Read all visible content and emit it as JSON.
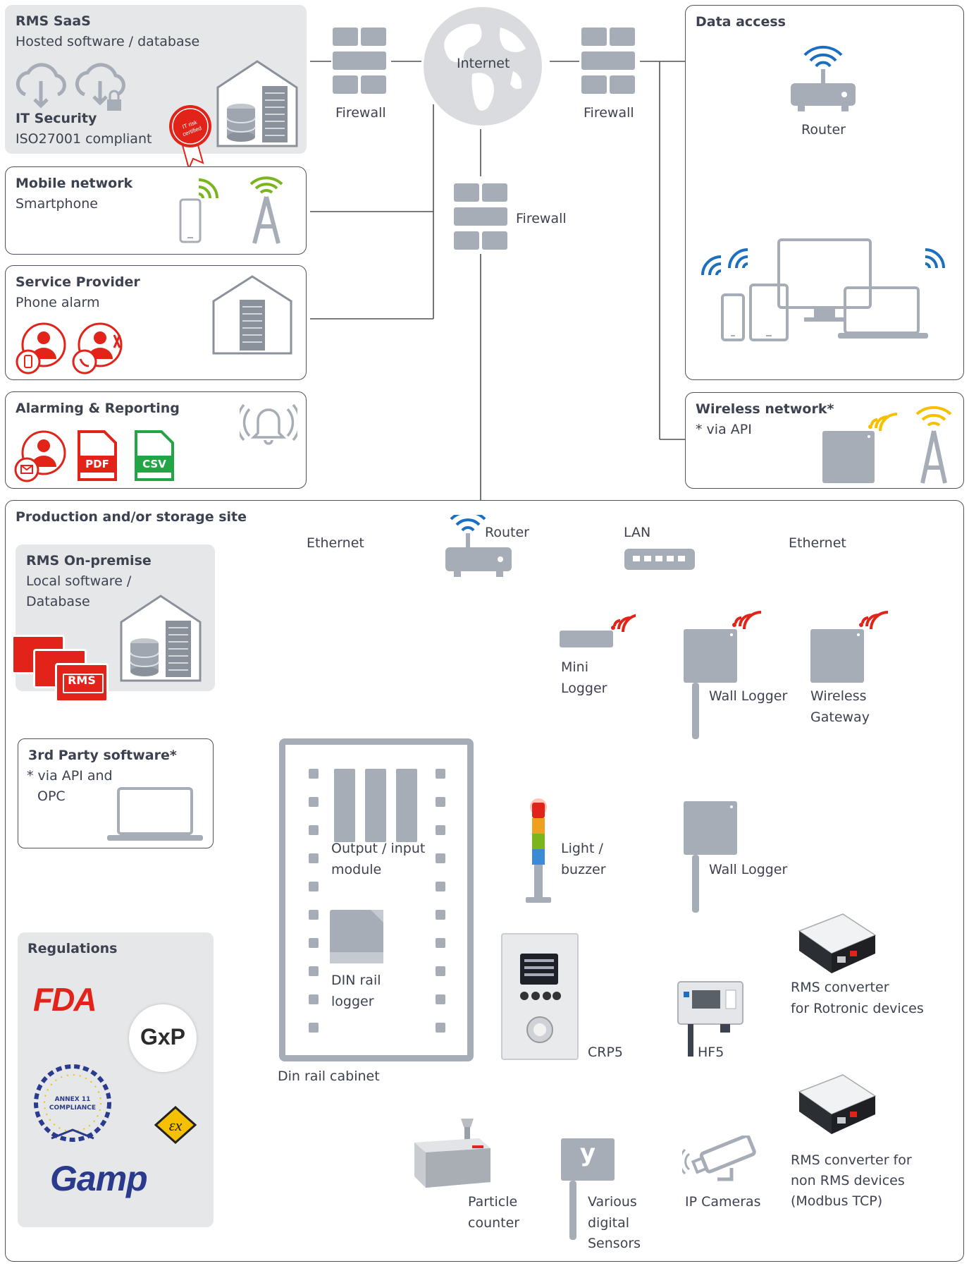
{
  "rms_saas": {
    "title": "RMS SaaS",
    "subtitle": "Hosted software / database",
    "security_title": "IT Security",
    "security_text": "ISO27001 compliant",
    "badge_text": "IT risk certified"
  },
  "mobile": {
    "title": "Mobile network",
    "subtitle": "Smartphone"
  },
  "service": {
    "title": "Service Provider",
    "subtitle": "Phone alarm"
  },
  "alarming": {
    "title": "Alarming & Reporting",
    "pdf": "PDF",
    "csv": "CSV"
  },
  "internet": {
    "label": "Internet"
  },
  "firewalls": [
    "Firewall",
    "Firewall",
    "Firewall"
  ],
  "data_access": {
    "title": "Data access",
    "router": "Router"
  },
  "wireless": {
    "title": "Wireless network*",
    "subtitle": "* via API"
  },
  "site": {
    "title": "Production and/or storage site",
    "ethernet_left": "Ethernet",
    "router": "Router",
    "lan": "LAN",
    "ethernet_right": "Ethernet",
    "on_premise": {
      "title": "RMS On-premise",
      "line1": "Local software /",
      "line2": "Database",
      "rms": "RMS"
    },
    "third_party": {
      "title": "3rd Party software*",
      "line1": "* via API and",
      "line2": "OPC"
    },
    "regulations": {
      "title": "Regulations",
      "fda": "FDA",
      "gxp": "GxP",
      "annex": "ANNEX 11 COMPLIANCE",
      "gamp": "Gamp"
    },
    "cabinet": {
      "label": "Din rail cabinet",
      "module1": "Output / input",
      "module2": "module",
      "logger1": "DIN rail",
      "logger2": "logger"
    },
    "light": {
      "line1": "Light /",
      "line2": "buzzer"
    },
    "mini_logger": {
      "line1": "Mini",
      "line2": "Logger"
    },
    "wall_logger_1": "Wall Logger",
    "wireless_gateway": {
      "line1": "Wireless",
      "line2": "Gateway"
    },
    "wall_logger_2": "Wall Logger",
    "crp5": "CRP5",
    "hf5": "HF5",
    "converter_rotronic": {
      "line1": "RMS converter",
      "line2": "for Rotronic devices"
    },
    "particle": {
      "line1": "Particle",
      "line2": "counter"
    },
    "sensors": {
      "line1": "Various",
      "line2": "digital",
      "line3": "Sensors",
      "glyph": "y"
    },
    "cameras": "IP Cameras",
    "converter_other": {
      "line1": "RMS converter for",
      "line2": "non RMS devices",
      "line3": "(Modbus TCP)"
    }
  },
  "colors": {
    "red": "#e2231a",
    "green": "#7ab51d",
    "blue": "#1a6fc1",
    "yellow": "#f5c000",
    "grey": "#a7adb6",
    "dark": "#3c4250"
  }
}
